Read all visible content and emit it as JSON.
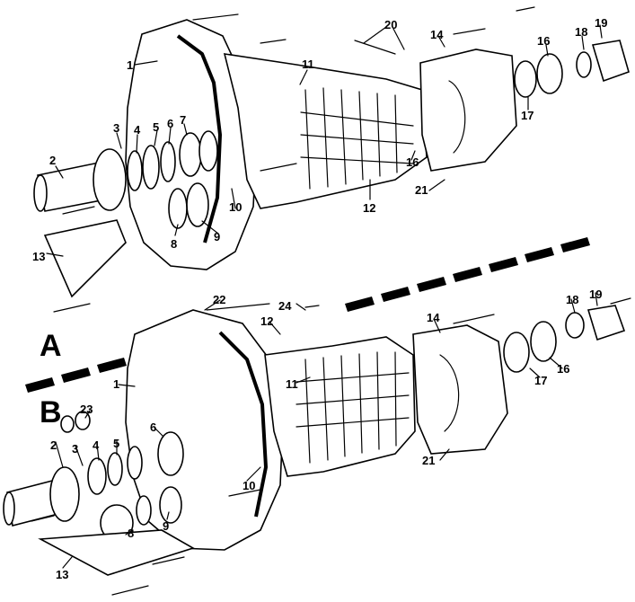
{
  "panels": {
    "a": "A",
    "b": "B"
  },
  "callouts_a": [
    "1",
    "2",
    "3",
    "4",
    "5",
    "6",
    "7",
    "8",
    "9",
    "10",
    "11",
    "12",
    "13",
    "14",
    "16",
    "16",
    "17",
    "18",
    "19",
    "20",
    "21"
  ],
  "callouts_b": [
    "1",
    "2",
    "3",
    "4",
    "5",
    "6",
    "8",
    "9",
    "10",
    "11",
    "12",
    "13",
    "14",
    "16",
    "17",
    "18",
    "19",
    "21",
    "22",
    "23",
    "24"
  ]
}
